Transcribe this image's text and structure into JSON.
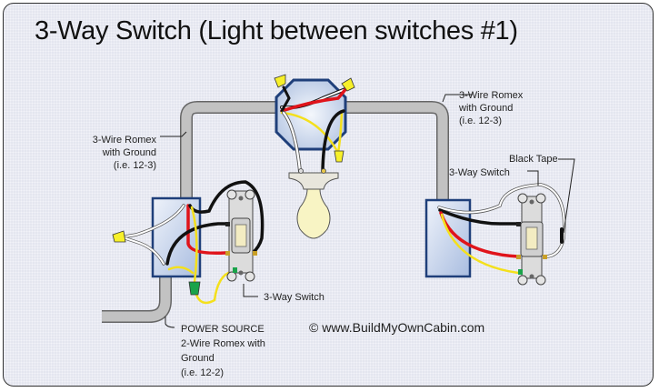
{
  "title": "3-Way Switch (Light between switches #1)",
  "labels": {
    "left_cable": [
      "3-Wire Romex",
      "with Ground",
      "(i.e. 12-3)"
    ],
    "right_cable": [
      "3-Wire Romex",
      "with Ground",
      "(i.e. 12-3)"
    ],
    "black_tape": "Black Tape",
    "right_switch": "3-Way Switch",
    "left_switch": "3-Way Switch",
    "power_source": [
      "POWER SOURCE",
      "2-Wire Romex with",
      "Ground",
      "(i.e. 12-2)"
    ]
  },
  "copyright": "© www.BuildMyOwnCabin.com",
  "colors": {
    "hot_wire": "#111111",
    "traveler_red": "#e0141b",
    "neutral_white": "#ffffff",
    "ground_yellow": "#f4e01c",
    "wire_nut_yellow": "#f7f02a",
    "wire_nut_green": "#1aa34a",
    "cable_gray": "#bdbdbd",
    "box_blue": "#c9d6ec",
    "box_border": "#1f3f7a",
    "bulb": "#f8f4c4"
  }
}
